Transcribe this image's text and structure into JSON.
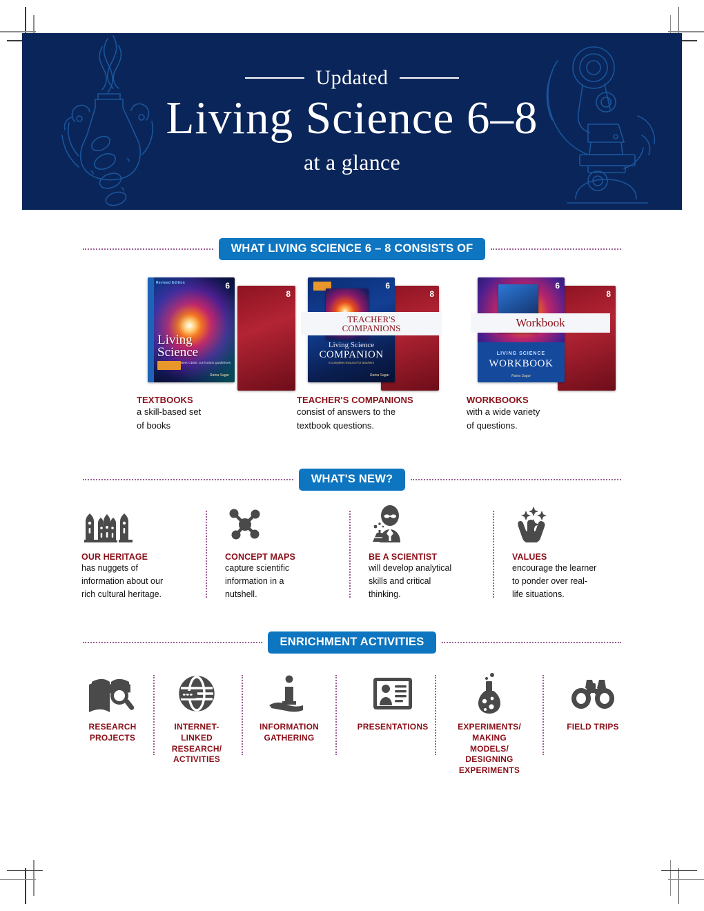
{
  "hero": {
    "eyebrow": "Updated",
    "title": "Living Science 6–8",
    "subtitle": "at a glance",
    "bg_color": "#0a2559",
    "art_left": "flask-with-flame-illustration",
    "art_right": "microscope-illustration"
  },
  "sections": {
    "consists_of": {
      "badge": "WHAT LIVING SCIENCE 6 – 8 CONSISTS OF",
      "badge_color": "#0e75c0",
      "divider_color": "#9c5f96",
      "items": [
        {
          "title": "TEXTBOOKS",
          "body": "a skill-based set\nof books",
          "body_line1": "a skill-based set",
          "body_line2": "of books",
          "cover": {
            "type": "textbook",
            "front_label_line1": "Living",
            "front_label_line2": "Science",
            "top_note": "Revised Edition",
            "tagline": "based on the latest CBSE curriculum guidelines",
            "publisher": "Ratna Sagar",
            "grade_front": "6",
            "grade_back": "8"
          }
        },
        {
          "title": "TEACHER'S COMPANIONS",
          "body": "consist of answers to the\ntextbook questions.",
          "body_line1": "consist of answers to the",
          "body_line2": "textbook questions.",
          "cover": {
            "type": "companion",
            "overlay_line1": "TEACHER'S",
            "overlay_line2": "COMPANIONS",
            "front_label_line1": "Living Science",
            "front_label_line2": "COMPANION",
            "tagline": "a complete resource for teachers",
            "publisher": "Ratna Sagar",
            "grade_front": "6",
            "grade_back": "8"
          }
        },
        {
          "title": "WORKBOOKS",
          "body": "with a wide variety\nof questions.",
          "body_line1": "with a wide variety",
          "body_line2": "of questions.",
          "cover": {
            "type": "workbook",
            "overlay_line1": "Workbook",
            "front_label_line1": "LIVING SCIENCE",
            "front_label_line2": "WORKBOOK",
            "publisher": "Ratna Sagar",
            "grade_front": "6",
            "grade_back": "8"
          }
        }
      ]
    },
    "whats_new": {
      "badge": "WHAT'S NEW?",
      "badge_color": "#0e75c0",
      "items": [
        {
          "icon": "heritage-monument-icon",
          "title": "OUR HERITAGE",
          "line1": "has nuggets of",
          "line2": "information about our",
          "line3": "rich cultural heritage."
        },
        {
          "icon": "molecule-icon",
          "title": "CONCEPT MAPS",
          "line1": "capture scientific",
          "line2": "information in a",
          "line3": "nutshell."
        },
        {
          "icon": "scientist-icon",
          "title": "BE A SCIENTIST",
          "line1": "will develop analytical",
          "line2": "skills and critical",
          "line3": "thinking."
        },
        {
          "icon": "hands-with-sparkles-icon",
          "title": "VALUES",
          "line1": "encourage the learner",
          "line2": "to ponder over real-",
          "line3": "life situations."
        }
      ]
    },
    "enrichment": {
      "badge": "ENRICHMENT ACTIVITIES",
      "badge_color": "#0e75c0",
      "items": [
        {
          "icon": "book-magnifier-icon",
          "label": "RESEARCH\nPROJECTS",
          "lines": [
            "RESEARCH",
            "PROJECTS"
          ]
        },
        {
          "icon": "globe-network-icon",
          "label": "INTERNET-LINKED RESEARCH/ ACTIVITIES",
          "lines": [
            "INTERNET-",
            "LINKED",
            "RESEARCH/",
            "ACTIVITIES"
          ]
        },
        {
          "icon": "info-on-hand-icon",
          "label": "INFORMATION GATHERING",
          "lines": [
            "INFORMATION",
            "GATHERING"
          ]
        },
        {
          "icon": "presentation-card-icon",
          "label": "PRESENTATIONS",
          "lines": [
            "PRESENTATIONS"
          ]
        },
        {
          "icon": "flask-icon",
          "label": "EXPERIMENTS/ MAKING MODELS/ DESIGNING EXPERIMENTS",
          "lines": [
            "EXPERIMENTS/",
            "MAKING",
            "MODELS/",
            "DESIGNING",
            "EXPERIMENTS"
          ]
        },
        {
          "icon": "binoculars-icon",
          "label": "FIELD TRIPS",
          "lines": [
            "FIELD TRIPS"
          ]
        }
      ]
    }
  },
  "colors": {
    "navy": "#0a2559",
    "blue_badge": "#0e75c0",
    "maroon_text": "#8a0f19",
    "divider_purple": "#9c5f96",
    "icon_grey": "#4a4a4a"
  }
}
